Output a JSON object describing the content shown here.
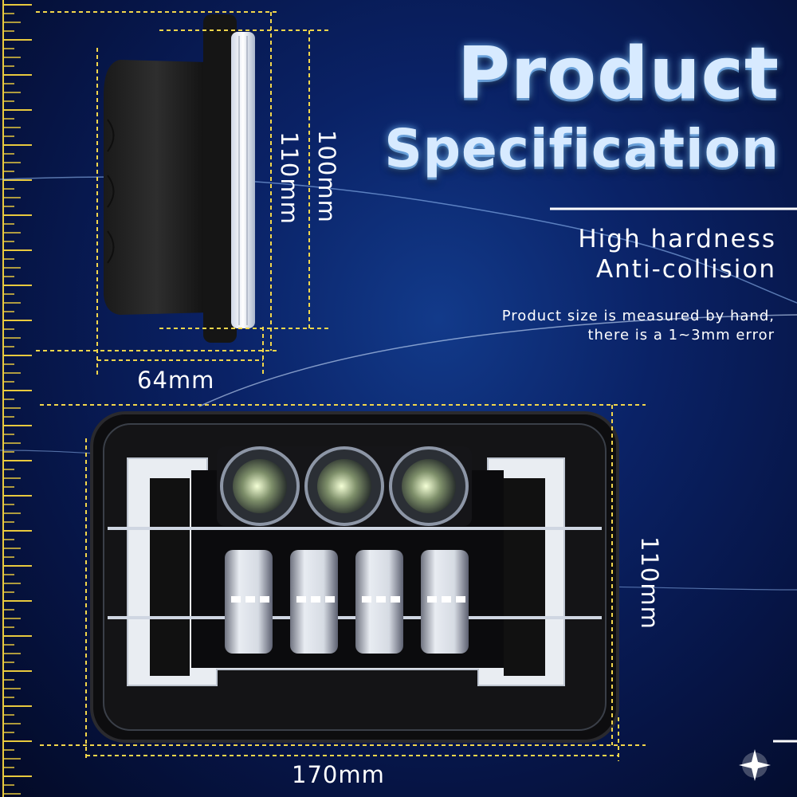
{
  "title": {
    "line1": "Product",
    "line2": "Specification"
  },
  "features": {
    "line1": "High hardness",
    "line2": "Anti-collision"
  },
  "note": {
    "line1": "Product size is measured by hand,",
    "line2": "there is a 1~3mm error"
  },
  "dimensions": {
    "side_height_outer": "110mm",
    "side_height_inner": "100mm",
    "side_depth": "64mm",
    "front_height": "110mm",
    "front_width": "170mm"
  },
  "colors": {
    "background": "#0a2266",
    "dimension_lines": "#f2d64b",
    "title": "#d7eaff",
    "text": "#ffffff"
  }
}
